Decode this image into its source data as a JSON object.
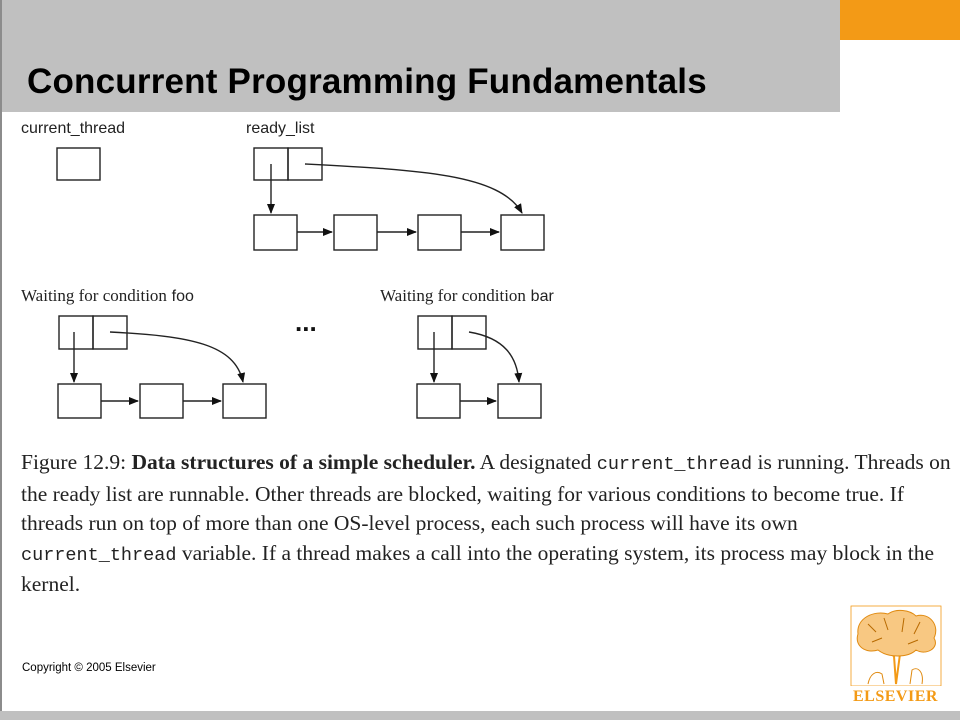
{
  "slide": {
    "title": "Concurrent Programming Fundamentals",
    "copyright": "Copyright © 2005 Elsevier",
    "logo_text": "ELSEVIER"
  },
  "diagram": {
    "labels": {
      "current_thread": "current_thread",
      "ready_list": "ready_list",
      "foo_prefix": "Waiting for condition",
      "foo_var": "foo",
      "bar_prefix": "Waiting for condition",
      "bar_var": "bar",
      "ellipsis": "..."
    }
  },
  "caption": {
    "fig_label": "Figure 12.9:",
    "bold_title": "Data structures of a simple scheduler.",
    "text_1": "A designated",
    "code_1": "current_thread",
    "text_2": "is running. Threads on the ready list are runnable. Other threads are blocked, waiting for various conditions to become true. If threads run on top of more than one OS-level process, each such process will have its own",
    "code_2": "current_thread",
    "text_3": "variable. If a thread makes a call into the operating system, its process may block in the kernel."
  },
  "colors": {
    "header_gray": "#c0c0c0",
    "accent_orange": "#f39a16"
  }
}
